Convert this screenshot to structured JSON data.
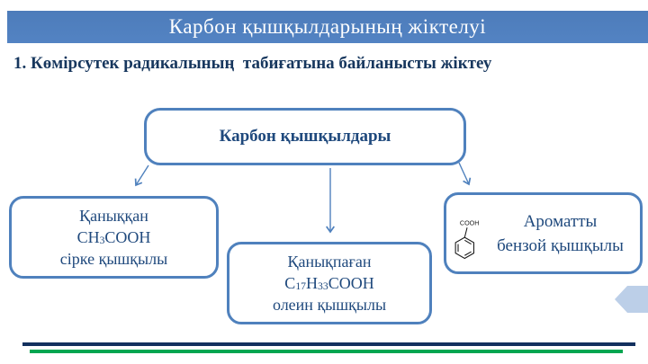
{
  "title": "Карбон қышқылдарының жіктелуі",
  "heading": "1. Көмірсутек радикалының  табиғатына байланысты жіктеу",
  "root_box": {
    "label": "Карбон қышқылдары"
  },
  "boxes": {
    "saturated": {
      "name": "Қаныққан",
      "formula": {
        "p1": "CH",
        "s1": "3",
        "p2": "COOH"
      },
      "example": "сірке қышқылы"
    },
    "unsaturated": {
      "name": "Қанықпаған",
      "formula": {
        "p1": "C",
        "s1": "17",
        "p2": "H",
        "s2": "33",
        "p3": "COOH"
      },
      "example": "олеин қышқылы"
    },
    "aromatic": {
      "name": "Ароматты",
      "example": "бензой қышқылы",
      "structure_label": "COOH"
    }
  },
  "colors": {
    "title_bar": "#5383c3",
    "title_bar_top": "#4d7cba",
    "title_text": "#ffffff",
    "heading_text": "#17375e",
    "box_border": "#4f81bd",
    "box_text": "#1f497d",
    "structure_ink": "#1a1a1a",
    "chevron": "#bccfe8",
    "bottom_line_navy": "#12305e",
    "bottom_line_green": "#00a651"
  }
}
